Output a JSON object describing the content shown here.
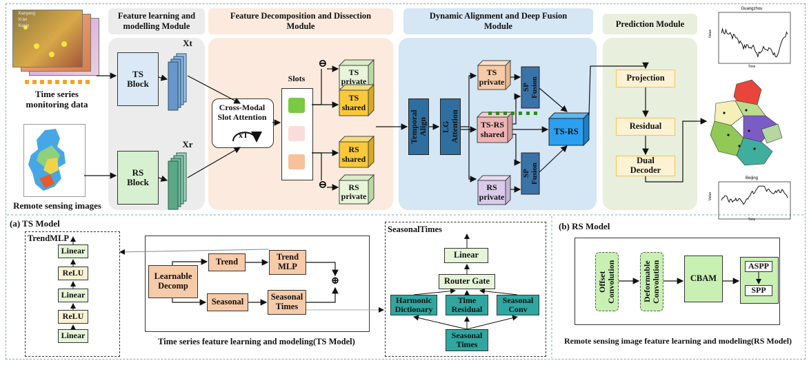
{
  "inputs": {
    "ts_caption": "Time series\nmonitoring data",
    "rs_caption": "Remote sensing images",
    "map_labels": [
      "Xianyang",
      "Xi'an",
      "Xiaxin"
    ]
  },
  "modules": {
    "feature": {
      "title": "Feature learning and\nmodelling Module",
      "ts_block": "TS\nBlock",
      "rs_block": "RS\nBlock",
      "xt": "Xt",
      "xr": "Xr"
    },
    "decomp": {
      "title": "Feature Decomposition and Dissection\nModule",
      "cross_modal": "Cross-Modal\nSlot Attention",
      "xT": "xT",
      "slots": "Slots",
      "ts_private": "TS\nprivate",
      "ts_shared": "TS\nshared",
      "rs_shared": "RS\nshared",
      "rs_private": "RS\nprivate"
    },
    "fusion": {
      "title": "Dynamic Alignment and Deep Fusion\nModule",
      "temporal_align": "Temporal\nAlign",
      "lg_attention": "LG\nAttention",
      "ts_private": "TS\nprivate",
      "tsrs_shared": "TS-RS\nshared",
      "rs_private": "RS\nprivate",
      "sp_fusion": "SP\nFusion",
      "tsrs": "TS-RS"
    },
    "prediction": {
      "title": "Prediction Module",
      "projection": "Projection",
      "residual": "Residual",
      "dual_decoder": "Dual\nDecoder"
    }
  },
  "charts": {
    "top_title": "Guangzhou",
    "bottom_title": "Beijing",
    "xlabel": "Time",
    "ylabel": "Value"
  },
  "ts_model": {
    "label": "(a) TS Model",
    "trend_mlp_title": "TrendMLP",
    "trend_mlp_layers": [
      "Linear",
      "ReLU",
      "Linear",
      "ReLU",
      "Linear"
    ],
    "learnable_decomp": "Learnable\nDecomp",
    "trend": "Trend",
    "trend_mlp": "Trend\nMLP",
    "seasonal": "Seasonal",
    "seasonal_times": "Seasonal\nTimes",
    "plus": "⊕",
    "caption": "Time series feature learning and modeling(TS Model)",
    "seasonal_panel_title": "SeasonalTimes",
    "linear": "Linear",
    "router_gate": "Router Gate",
    "harmonic": "Harmonic\nDictionary",
    "time_residual": "Time\nResidual",
    "seasonal_conv": "Seasonal\nConv",
    "seasonal_times_in": "Seasonal\nTimes"
  },
  "rs_model": {
    "label": "(b) RS Model",
    "offset_conv": "Offset\nConvolution",
    "deformable_conv": "Deformable\nConvolution",
    "cbam": "CBAM",
    "aspp": "ASPP",
    "spp": "SPP",
    "caption": "Remote sensing image feature learning and modeling(RS Model)"
  },
  "colors": {
    "feature_bg": "#ececec",
    "decomp_bg": "#fbeadd",
    "fusion_bg": "#d5e6f5",
    "pred_bg": "#e8efdc",
    "ts_block": "#dbe9f7",
    "rs_block": "#d7f0d0",
    "private_green": "#e8f5da",
    "shared_yellow": "#f9c93a",
    "teal": "#2fa7a0",
    "green_box": "#e6f4d8",
    "orange_box": "#f7caa8"
  }
}
